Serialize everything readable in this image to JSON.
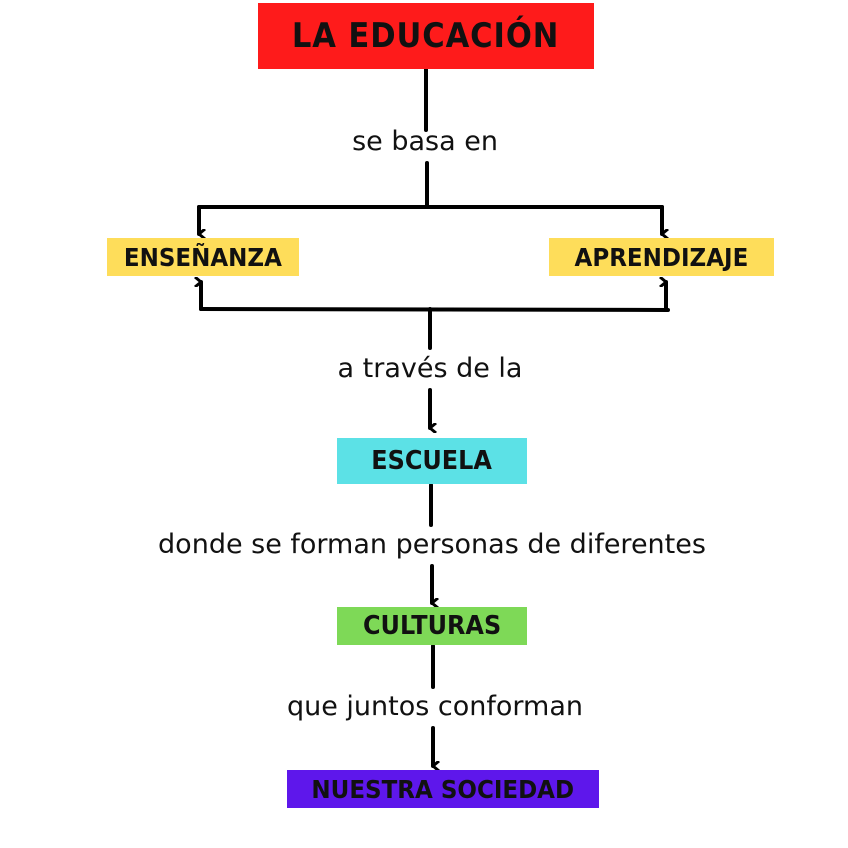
{
  "diagram": {
    "title": "LA EDUCACIÓN",
    "nodes": {
      "ensenanza": "ENSEÑANZA",
      "aprendizaje": "APRENDIZAJE",
      "escuela": "ESCUELA",
      "culturas": "CULTURAS",
      "sociedad": "NUESTRA SOCIEDAD"
    },
    "connectors": {
      "se_basa_en": "se basa en",
      "a_traves": "a través de la",
      "donde": "donde se forman personas de diferentes",
      "que_juntos": "que juntos conforman"
    },
    "colors": {
      "title_bg": "#fe1b1b",
      "ensenanza_bg": "#fedd5a",
      "aprendizaje_bg": "#fedd5a",
      "escuela_bg": "#5ce1e6",
      "culturas_bg": "#7ed957",
      "sociedad_bg": "#5e17eb",
      "line": "#000000"
    }
  }
}
